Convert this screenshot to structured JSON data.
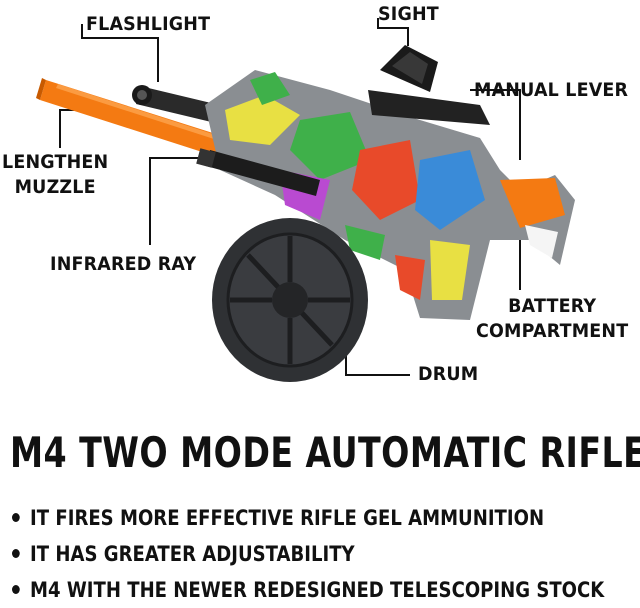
{
  "callouts": {
    "flashlight": "FLASHLIGHT",
    "sight": "SIGHT",
    "manual_lever": "MANUAL LEVER",
    "lengthen_muzzle_line1": "LENGTHEN",
    "lengthen_muzzle_line2": "MUZZLE",
    "infrared_ray": "INFRARED RAY",
    "battery_compartment_line1": "BATTERY",
    "battery_compartment_line2": "COMPARTMENT",
    "drum": "DRUM"
  },
  "title": "M4 TWO MODE AUTOMATIC RIFLE",
  "features": [
    "IT FIRES MORE EFFECTIVE RIFLE GEL AMMUNITION",
    "IT HAS GREATER ADJUSTABILITY",
    "M4 WITH THE NEWER REDESIGNED TELESCOPING STOCK"
  ],
  "colors": {
    "muzzle_orange": "#f47a12",
    "drum_dark": "#2f3134",
    "body_graffiti": [
      "#e8e043",
      "#3fb04a",
      "#e84a2a",
      "#3a8bd8",
      "#b94ad1",
      "#f5f5f5"
    ]
  }
}
